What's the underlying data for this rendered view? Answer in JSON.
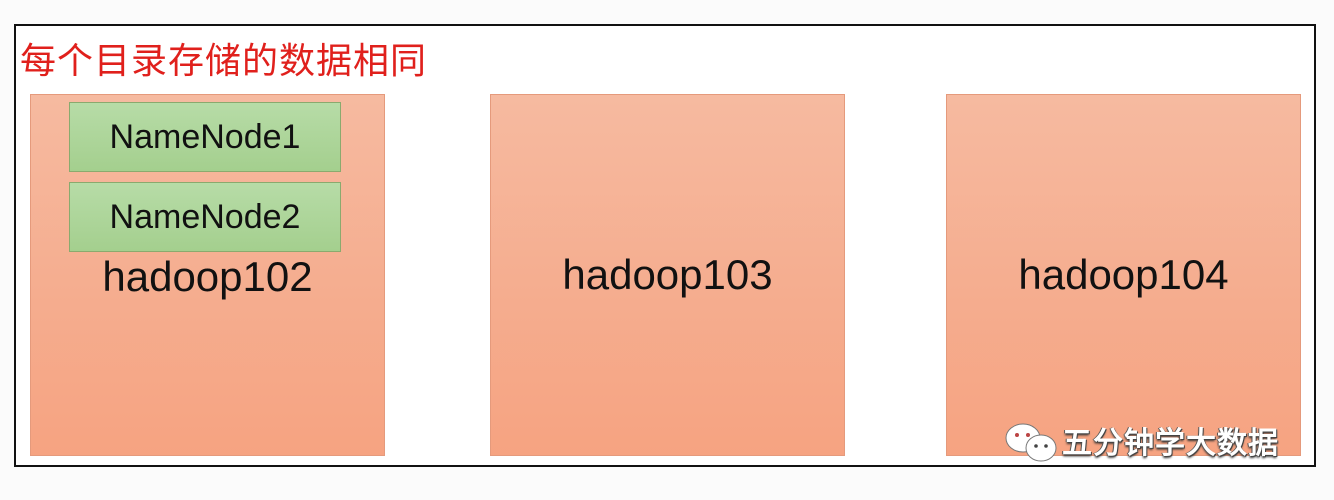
{
  "title": "每个目录存储的数据相同",
  "hosts": [
    {
      "name": "hadoop102",
      "namenodes": [
        "NameNode1",
        "NameNode2"
      ]
    },
    {
      "name": "hadoop103",
      "namenodes": []
    },
    {
      "name": "hadoop104",
      "namenodes": []
    }
  ],
  "watermark": {
    "icon": "wechat-icon",
    "text": "五分钟学大数据"
  },
  "colors": {
    "title": "#e0201c",
    "host_fill": "#f5ad8f",
    "namenode_fill": "#a9d394",
    "border": "#111111"
  }
}
